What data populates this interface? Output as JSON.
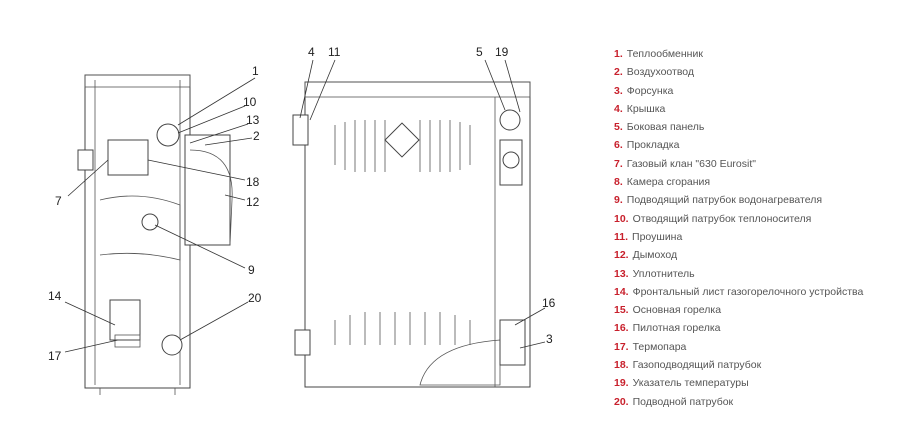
{
  "legend": [
    {
      "num": "1.",
      "text": "Теплообменник"
    },
    {
      "num": "2.",
      "text": "Воздухоотвод"
    },
    {
      "num": "3.",
      "text": "Форсунка"
    },
    {
      "num": "4.",
      "text": "Крышка"
    },
    {
      "num": "5.",
      "text": "Боковая панель"
    },
    {
      "num": "6.",
      "text": "Прокладка"
    },
    {
      "num": "7.",
      "text": "Газовый клан \"630 Eurosit\""
    },
    {
      "num": "8.",
      "text": "Камера сгорания"
    },
    {
      "num": "9.",
      "text": "Подводящий патрубок водонагревателя"
    },
    {
      "num": "10.",
      "text": "Отводящий патрубок теплоносителя"
    },
    {
      "num": "11.",
      "text": "Проушина"
    },
    {
      "num": "12.",
      "text": "Дымоход"
    },
    {
      "num": "13.",
      "text": "Уплотнитель"
    },
    {
      "num": "14.",
      "text": "Фронтальный лист газогорелочного устройства"
    },
    {
      "num": "15.",
      "text": "Основная горелка"
    },
    {
      "num": "16.",
      "text": "Пилотная горелка"
    },
    {
      "num": "17.",
      "text": "Термопара"
    },
    {
      "num": "18.",
      "text": "Газоподводящий патрубок"
    },
    {
      "num": "19.",
      "text": "Указатель температуры"
    },
    {
      "num": "20.",
      "text": "Подводной патрубок"
    }
  ],
  "callouts": {
    "c1": "1",
    "c10": "10",
    "c13": "13",
    "c2": "2",
    "c18": "18",
    "c12": "12",
    "c9": "9",
    "c7": "7",
    "c14": "14",
    "c17": "17",
    "c20": "20",
    "c4": "4",
    "c11": "11",
    "c5": "5",
    "c19": "19",
    "c16": "16",
    "c3": "3"
  },
  "colors": {
    "number": "#c8202c",
    "text": "#555555"
  }
}
